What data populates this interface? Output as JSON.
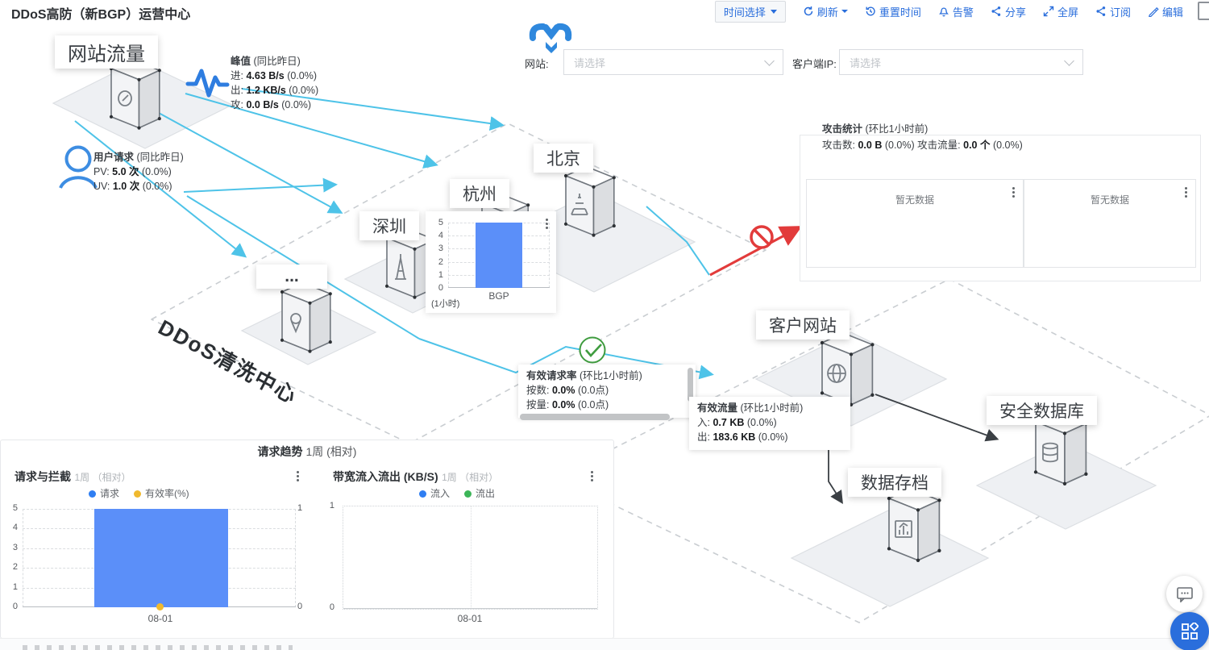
{
  "header": {
    "title": "DDoS高防（新BGP）运营中心",
    "toolbar": {
      "time_select": "时间选择",
      "refresh": "刷新",
      "reset_time": "重置时间",
      "alarm": "告警",
      "share": "分享",
      "fullscreen": "全屏",
      "subscribe": "订阅",
      "edit": "编辑"
    }
  },
  "filters": {
    "site_label": "网站:",
    "site_placeholder": "请选择",
    "client_ip_label": "客户端IP:",
    "client_ip_placeholder": "请选择"
  },
  "diagram": {
    "website_traffic_label": "网站流量",
    "peak": {
      "title": "峰值",
      "note": "(同比昨日)",
      "lines": [
        {
          "k": "进:",
          "v": "4.63 B/s",
          "s": "(0.0%)"
        },
        {
          "k": "出:",
          "v": "1.2 KB/s",
          "s": "(0.0%)"
        },
        {
          "k": "攻:",
          "v": "0.0 B/s",
          "s": "(0.0%)"
        }
      ]
    },
    "user_request": {
      "title": "用户请求",
      "note": "(同比昨日)",
      "lines": [
        {
          "k": "PV:",
          "v": "5.0 次",
          "s": "(0.0%)"
        },
        {
          "k": "UV:",
          "v": "1.0 次",
          "s": "(0.0%)"
        }
      ]
    },
    "cleaning_center_label": "DDoS清洗中心",
    "node_more": "...",
    "node_shenzhen": "深圳",
    "node_hangzhou": "杭州",
    "node_beijing": "北京",
    "node_customer_site": "客户网站",
    "node_secure_db": "安全数据库",
    "node_data_archive": "数据存档",
    "bgp_chart": {
      "y_ticks": [
        "5",
        "4",
        "3",
        "2",
        "1",
        "0"
      ],
      "x_label": "BGP",
      "period": "(1小时)"
    },
    "attack_stats": {
      "title": "攻击统计",
      "note": "(环比1小时前)",
      "count": {
        "k": "攻击数:",
        "v": "0.0 B",
        "s": "(0.0%)"
      },
      "traffic": {
        "k": "攻击流量:",
        "v": "0.0 个",
        "s": "(0.0%)"
      },
      "empty_left": "暂无数据",
      "empty_right": "暂无数据"
    },
    "valid_request_rate": {
      "title": "有效请求率",
      "note": "(环比1小时前)",
      "lines": [
        {
          "k": "按数:",
          "v": "0.0%",
          "s": "(0.0点)"
        },
        {
          "k": "按量:",
          "v": "0.0%",
          "s": "(0.0点)"
        }
      ]
    },
    "valid_traffic": {
      "title": "有效流量",
      "note": "(环比1小时前)",
      "lines": [
        {
          "k": "入:",
          "v": "0.7 KB",
          "s": "(0.0%)"
        },
        {
          "k": "出:",
          "v": "183.6 KB",
          "s": "(0.0%)"
        }
      ]
    }
  },
  "trend_panel": {
    "title": "请求趋势",
    "period": "1周",
    "mode": "(相对)",
    "request_chart": {
      "title": "请求与拦截",
      "period": "1周",
      "mode": "（相对）",
      "legend_request": "请求",
      "legend_rate": "有效率(%)",
      "left_ticks": [
        "5",
        "4",
        "3",
        "2",
        "1",
        "0"
      ],
      "right_ticks": [
        "1",
        "0"
      ],
      "x_tick": "08-01"
    },
    "bandwidth_chart": {
      "title": "带宽流入流出 (KB/S)",
      "period": "1周",
      "mode": "（相对）",
      "legend_in": "流入",
      "legend_out": "流出",
      "left_ticks": [
        "1",
        "0"
      ],
      "x_tick": "08-01"
    }
  },
  "colors": {
    "accent_blue": "#2a6edc",
    "bar_blue": "#5b8ff9",
    "legend_yellow": "#f0b92e",
    "legend_green": "#3cb558",
    "link_cyan": "#4ec3e8",
    "alert_red": "#e23b3b"
  },
  "chart_data": [
    {
      "type": "bar",
      "title": "BGP (1小时)",
      "categories": [
        "BGP"
      ],
      "values": [
        5
      ],
      "ylim": [
        0,
        5
      ],
      "grid": true
    },
    {
      "type": "bar",
      "title": "请求与拦截 1周（相对）",
      "categories": [
        "08-01"
      ],
      "series": [
        {
          "name": "请求",
          "axis": "left",
          "values": [
            5
          ]
        },
        {
          "name": "有效率(%)",
          "axis": "right",
          "values": [
            0
          ]
        }
      ],
      "ylim_left": [
        0,
        5
      ],
      "ylim_right": [
        0,
        1
      ],
      "legend_position": "top",
      "grid": true
    },
    {
      "type": "line",
      "title": "带宽流入流出 (KB/S) 1周（相对）",
      "categories": [
        "08-01"
      ],
      "series": [
        {
          "name": "流入",
          "values": []
        },
        {
          "name": "流出",
          "values": []
        }
      ],
      "ylim": [
        0,
        1
      ],
      "legend_position": "top",
      "grid": true
    }
  ]
}
